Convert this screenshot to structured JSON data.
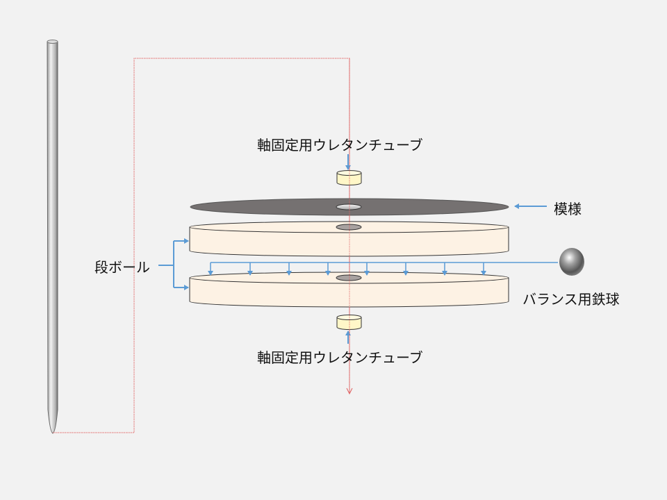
{
  "labels": {
    "top_tube": "軸固定用ウレタンチューブ",
    "bottom_tube": "軸固定用ウレタンチューブ",
    "pattern": "模様",
    "cardboard": "段ボール",
    "balance_ball": "バランス用鉄球"
  },
  "colors": {
    "background": "#f2f2f2",
    "arrow": "#5b9bd5",
    "axis_line": "#e06060",
    "pattern_disk": "#757171",
    "cardboard_disk": "#fdf2e4",
    "tube": "#fff7c8"
  }
}
